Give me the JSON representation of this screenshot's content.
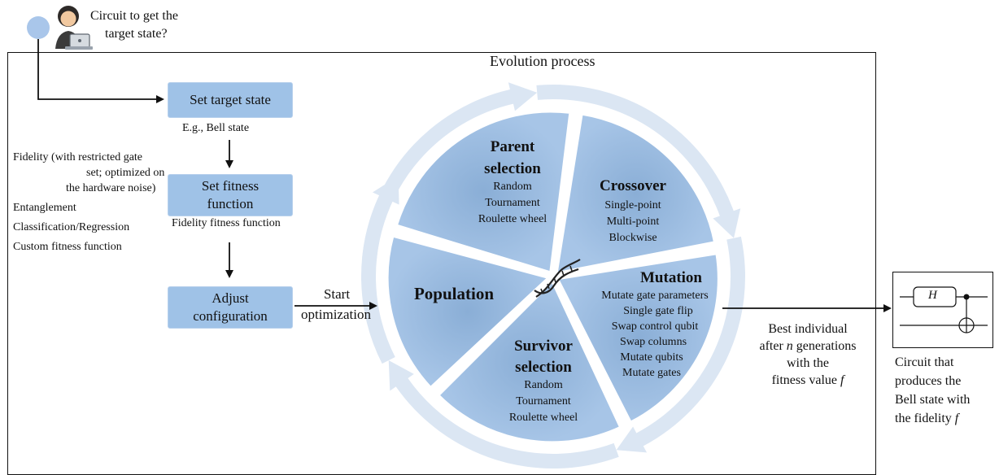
{
  "user": {
    "question_line1": "Circuit to get the",
    "question_line2": "target state?"
  },
  "steps": {
    "set_target": "Set target state",
    "target_example": "E.g., Bell state",
    "fitness_line1": "Set fitness",
    "fitness_line2": "function",
    "fitness_example": "Fidelity fitness function",
    "adjust_line1": "Adjust",
    "adjust_line2": "configuration"
  },
  "fitness_options": {
    "fidelity_line1": "Fidelity (with restricted gate",
    "fidelity_line2": "set; optimized on",
    "fidelity_line3": "the hardware noise)",
    "entanglement": "Entanglement",
    "classification": "Classification/Regression",
    "custom": "Custom fitness function"
  },
  "start": {
    "line1": "Start",
    "line2": "optimization"
  },
  "evolution": {
    "title": "Evolution process",
    "center_icon": "dna-icon",
    "parent_selection": {
      "title_line1": "Parent",
      "title_line2": "selection",
      "options": [
        "Random",
        "Tournament",
        "Roulette wheel"
      ]
    },
    "crossover": {
      "title": "Crossover",
      "options": [
        "Single-point",
        "Multi-point",
        "Blockwise"
      ]
    },
    "mutation": {
      "title": "Mutation",
      "options": [
        "Mutate gate parameters",
        "Single gate flip",
        "Swap control qubit",
        "Swap columns",
        "Mutate qubits",
        "Mutate gates"
      ]
    },
    "survivor_selection": {
      "title_line1": "Survivor",
      "title_line2": "selection",
      "options": [
        "Random",
        "Tournament",
        "Roulette wheel"
      ]
    },
    "population": {
      "title": "Population"
    }
  },
  "result": {
    "line1": "Best individual",
    "line2_pre": "after ",
    "line2_var": "n",
    "line2_post": " generations",
    "line3": "with the",
    "line4_pre": "fitness value ",
    "line4_var": "f"
  },
  "circuit": {
    "gate_label": "H",
    "caption_line1": "Circuit that",
    "caption_line2": "produces the",
    "caption_line3": "Bell state with",
    "caption_line4_pre": "the fidelity ",
    "caption_line4_var": "f"
  },
  "colors": {
    "box_fill": "#9fc2e7",
    "segment_fill": "#8fb3db",
    "cycle_arrow": "#dbe6f3",
    "user_dot": "#a9c6ea"
  }
}
